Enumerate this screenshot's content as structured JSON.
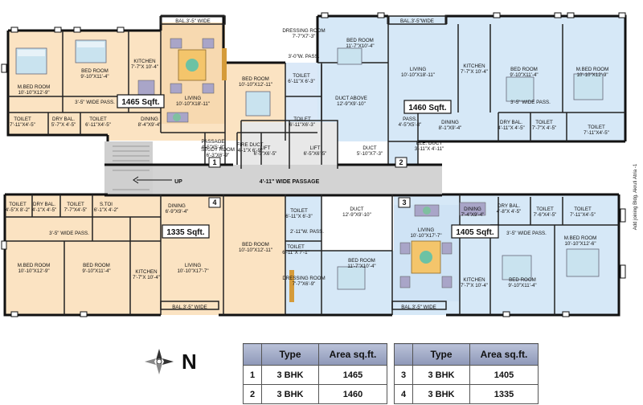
{
  "side_note": "Add joining Bldg. Akruti Atria -1",
  "compass": {
    "letter": "N"
  },
  "corridor": {
    "label": "4'-11\" WIDE PASSAGE",
    "up": "UP"
  },
  "unit_numbers": [
    "1",
    "2",
    "3",
    "4"
  ],
  "flats": {
    "flat1": {
      "area": "1465 Sqft.",
      "rooms": [
        {
          "name": "M.BED ROOM",
          "size": "10'-10\"X12'-9\""
        },
        {
          "name": "BED ROOM",
          "size": "9'-10\"X11'-4\""
        },
        {
          "name": "KITCHEN",
          "size": "7'-7\"X 10'-4\""
        },
        {
          "name": "LIVING",
          "size": "10'-10\"X18'-11\""
        },
        {
          "name": "BED ROOM",
          "size": "10'-10\"X12'-11\""
        },
        {
          "name": "TOILET",
          "size": "7'-11\"X4'-5\""
        },
        {
          "name": "DRY BAL.",
          "size": "5'-7\"X 4'-5\""
        },
        {
          "name": "TOILET",
          "size": "6'-11\"X4'-5\""
        },
        {
          "name": "DINING",
          "size": "8'-4\"X9'-4\""
        },
        {
          "name": "PASSAGE",
          "size": "4'-5\"X5'-8\""
        },
        {
          "name": "STUDY ROOM",
          "size": "6'-3\"X6'-9\""
        },
        {
          "name": "FIRE DUCT",
          "size": "4'-1\"X 6'-9\""
        }
      ],
      "pass": "3'-5\" WIDE PASS.",
      "balcony": "BAL.3'-5\" WIDE"
    },
    "flat2": {
      "area": "1460 Sqft.",
      "rooms": [
        {
          "name": "DRESSING ROOM",
          "size": "7'-7\"X7'-3\""
        },
        {
          "name": "BED ROOM",
          "size": "11'-7\"X10'-4\""
        },
        {
          "name": "LIVING",
          "size": "10'-10\"X18'-11\""
        },
        {
          "name": "KITCHEN",
          "size": "7'-7\"X 10'-4\""
        },
        {
          "name": "BED ROOM",
          "size": "9'-10\"X11'-4\""
        },
        {
          "name": "M.BED ROOM",
          "size": "10'-10\"X12'-9\""
        },
        {
          "name": "DINING",
          "size": "8'-1\"X9'-4\""
        },
        {
          "name": "DRY BAL.",
          "size": "4'-11\"X 4'-5\""
        },
        {
          "name": "TOILET",
          "size": "7'-7\"X 4'-5\""
        },
        {
          "name": "TOILET",
          "size": "7'-11\"X4'-5\""
        },
        {
          "name": "PASS.",
          "size": "4'-5\"X5'-8\""
        },
        {
          "name": "ELE. DUCT",
          "size": "3'-11\"X 4'-11\""
        }
      ],
      "pass": "3'-5\" WIDE PASS.",
      "balcony": "BAL.3'-5\"WIDE"
    },
    "flat3": {
      "area": "1405 Sqft.",
      "rooms": [
        {
          "name": "DINING",
          "size": "7'-4\"X9'-4\""
        },
        {
          "name": "DRY BAL.",
          "size": "4'-8\"X 4'-5\""
        },
        {
          "name": "TOILET",
          "size": "7'-6\"X4'-5\""
        },
        {
          "name": "TOILET",
          "size": "7'-11\"X4'-5\""
        },
        {
          "name": "LIVING",
          "size": "10'-10\"X17'-7\""
        },
        {
          "name": "M.BED ROOM",
          "size": "10'-10\"X12'-6\""
        },
        {
          "name": "BED ROOM",
          "size": "11'-7\"X10'-4\""
        },
        {
          "name": "KITCHEN",
          "size": "7'-7\"X 10'-4\""
        },
        {
          "name": "BED ROOM",
          "size": "9'-10\"X11'-4\""
        },
        {
          "name": "DRESSING ROOM",
          "size": "7'-7\"X6'-9\""
        },
        {
          "name": "TOILET",
          "size": "6'-11\"X 7'-1\""
        },
        {
          "name": "DUCT",
          "size": "12'-9\"X9'-10\""
        }
      ],
      "pass": "3'-5\" WIDE PASS.",
      "balcony": "BAL.3'-5\" WIDE"
    },
    "flat4": {
      "area": "1335 Sqft.",
      "rooms": [
        {
          "name": "TOILET",
          "size": "4'-5\"X 8'-2\""
        },
        {
          "name": "DRY BAL.",
          "size": "4'-1\"X 4'-5\""
        },
        {
          "name": "TOILET",
          "size": "7'-7\"X4'-5\""
        },
        {
          "name": "S.TOI",
          "size": "6'-1\"X 4'-2\""
        },
        {
          "name": "DINING",
          "size": "6'-9\"X9'-4\""
        },
        {
          "name": "M.BED ROOM",
          "size": "10'-10\"X12'-9\""
        },
        {
          "name": "BED ROOM",
          "size": "9'-10\"X11'-4\""
        },
        {
          "name": "KITCHEN",
          "size": "7'-7\"X 10'-4\""
        },
        {
          "name": "LIVING",
          "size": "10'-10\"X17'-7\""
        },
        {
          "name": "BED ROOM",
          "size": "10'-10\"X12'-11\""
        },
        {
          "name": "TOILET",
          "size": "6'-11\"X 6'-3\""
        }
      ],
      "pass": "3'-5\" WIDE PASS.",
      "balcony": "BAL.3'-5\" WIDE"
    }
  },
  "core": {
    "toilet_a": {
      "name": "TOILET",
      "size": "6'-11\"X 6'-3\""
    },
    "wpass": {
      "name": "3'-0\"W. PASS.",
      "size": ""
    },
    "toilet_b": {
      "name": "TOILET",
      "size": "6'-11\"X6'-3\""
    },
    "duct_above": {
      "name": "DUCT ABOVE",
      "size": "12'-9\"X9'-10\""
    },
    "lift1": {
      "name": "LIFT",
      "size": "6'-5\"X6'-5\""
    },
    "lift2": {
      "name": "LIFT",
      "size": "6'-5\"X6'-5\""
    },
    "duct": {
      "name": "DUCT",
      "size": "5'-10\"X7'-3\""
    },
    "wpass2": {
      "name": "2'-11\"W. PASS.",
      "size": ""
    }
  },
  "tables": [
    {
      "headers": [
        "Type",
        "Area sq.ft."
      ],
      "rows": [
        {
          "num": "1",
          "type": "3 BHK",
          "area": "1465"
        },
        {
          "num": "2",
          "type": "3 BHK",
          "area": "1460"
        }
      ]
    },
    {
      "headers": [
        "Type",
        "Area sq.ft."
      ],
      "rows": [
        {
          "num": "3",
          "type": "3 BHK",
          "area": "1405"
        },
        {
          "num": "4",
          "type": "3 BHK",
          "area": "1335"
        }
      ]
    }
  ]
}
